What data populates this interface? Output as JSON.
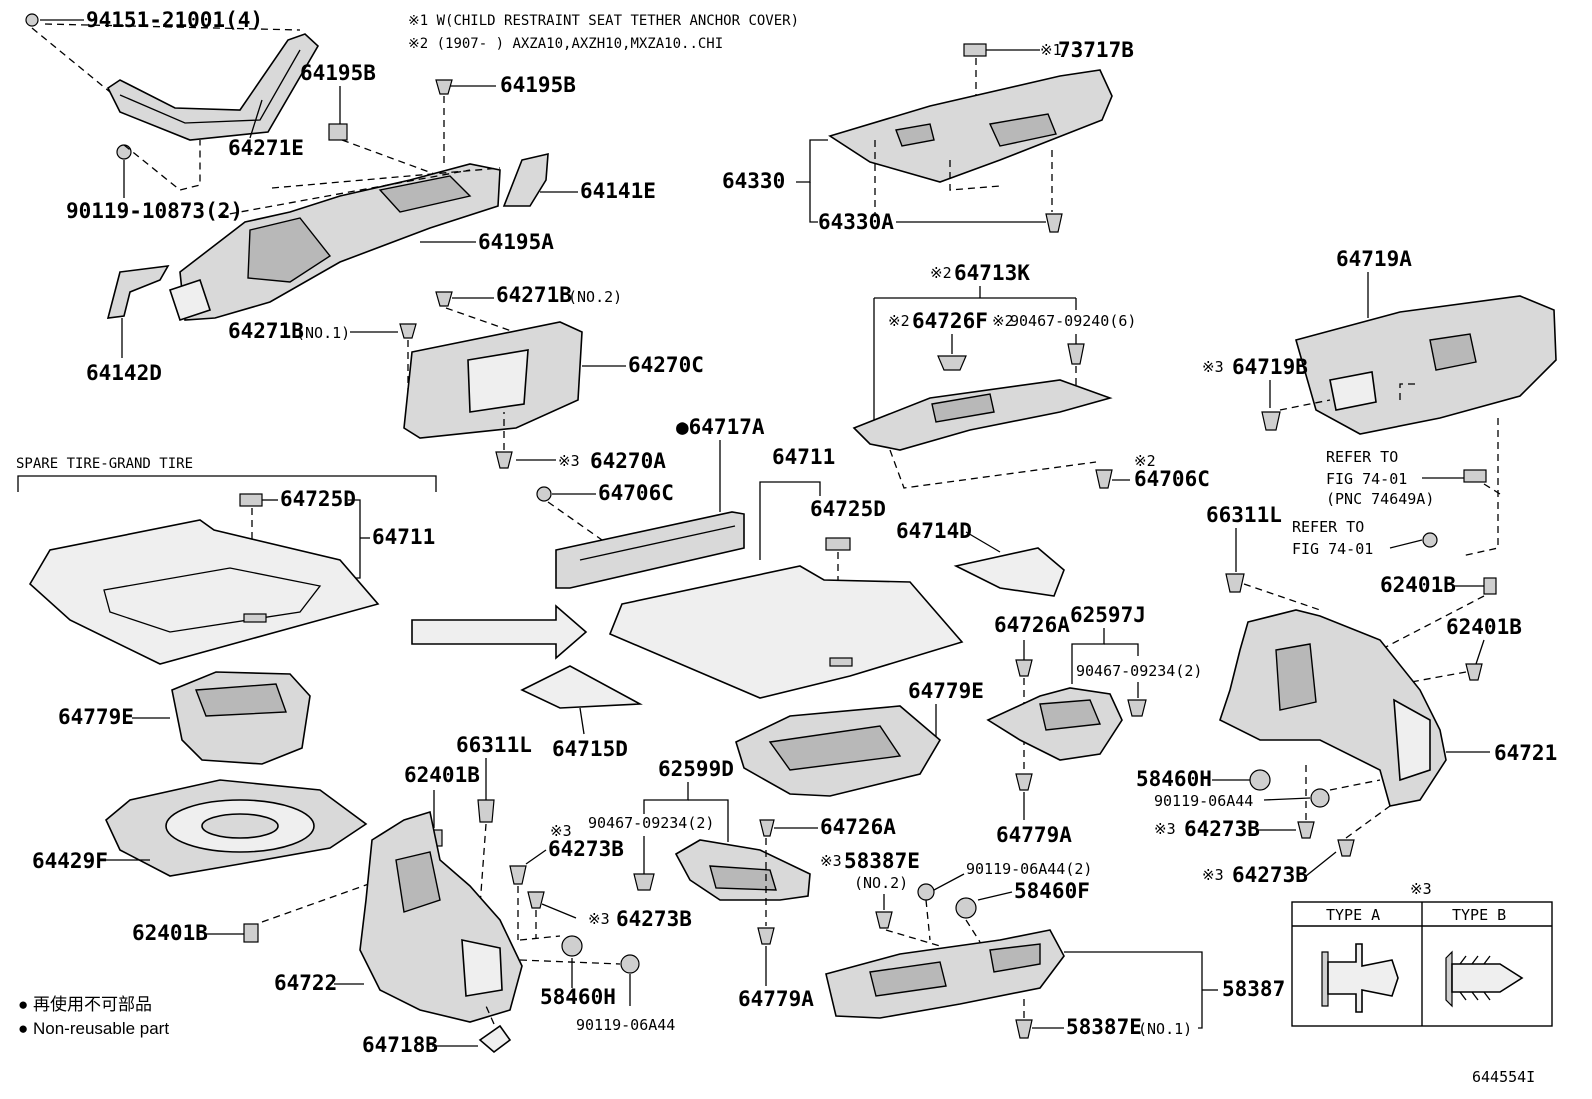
{
  "notes": {
    "n1": "※1 W(CHILD RESTRAINT SEAT TETHER ANCHOR COVER)",
    "n2": "※2 (1907-      ) AXZA10,AXZH10,MXZA10..CHI"
  },
  "section_title": "SPARE TIRE-GRAND TIRE",
  "labels": {
    "l94151": "94151-21001(4)",
    "l64195B_a": "64195B",
    "l64195B_b": "64195B",
    "l64271E": "64271E",
    "l90119_10873": "90119-10873(2)",
    "l64141E": "64141E",
    "l64195A": "64195A",
    "l64142D": "64142D",
    "l64271B_no2": "64271B",
    "l64271B_no2_suffix": "(NO.2)",
    "l64271B_no1": "64271B",
    "l64271B_no1_suffix": "(NO.1)",
    "l64270C": "64270C",
    "l64270A": "64270A",
    "l64270A_mark": "※3",
    "l64717A": "●64717A",
    "l64706C": "64706C",
    "l73717B": "73717B",
    "l73717B_mark": "※1",
    "l64330": "64330",
    "l64330A": "64330A",
    "l64713K": "64713K",
    "l64713K_mark": "※2",
    "l64726F": "64726F",
    "l64726F_mark": "※2",
    "l90467_09240": "90467-09240(6)",
    "l90467_09240_mark": "※2",
    "l64706C_r": "64706C",
    "l64706C_r_mark": "※2",
    "l64719A": "64719A",
    "l64719B": "64719B",
    "l64719B_mark": "※3",
    "refer1_a": "REFER TO",
    "refer1_b": "FIG 74-01",
    "refer1_c": "(PNC 74649A)",
    "refer2_a": "REFER TO",
    "refer2_b": "FIG 74-01",
    "l66311L_r": "66311L",
    "l62401B_r1": "62401B",
    "l62401B_r2": "62401B",
    "l64721": "64721",
    "l58460H_r": "58460H",
    "l90119_06A44_r": "90119-06A44",
    "l64273B_r1": "64273B",
    "l64273B_r1_mark": "※3",
    "l64273B_r2": "64273B",
    "l64273B_r2_mark": "※3",
    "l64725D_l": "64725D",
    "l64711_l": "64711",
    "l64711_c": "64711",
    "l64725D_c": "64725D",
    "l64714D": "64714D",
    "l64715D": "64715D",
    "l64779E_l": "64779E",
    "l64779E_c": "64779E",
    "l64429F": "64429F",
    "l62401B_l": "62401B",
    "l62401B_lc": "62401B",
    "l66311L_l": "66311L",
    "l64273B_l1": "64273B",
    "l64273B_l1_mark": "※3",
    "l64273B_l2": "64273B",
    "l64273B_l2_mark": "※3",
    "l64722": "64722",
    "l58460H_l": "58460H",
    "l90119_06A44_l": "90119-06A44",
    "l64718B": "64718B",
    "l62599D": "62599D",
    "l90467_09234_c": "90467-09234(2)",
    "l64726A_c": "64726A",
    "l64779A_c": "64779A",
    "l58387E_no2": "58387E",
    "l58387E_no2_mark": "※3",
    "l58387E_no2_suffix": "(NO.2)",
    "l90119_06A44_2": "90119-06A44(2)",
    "l58460F": "58460F",
    "l58387": "58387",
    "l58387E_no1": "58387E",
    "l58387E_no1_suffix": "(NO.1)",
    "l64726A_r": "64726A",
    "l62597J": "62597J",
    "l90467_09234_r": "90467-09234(2)",
    "l64779A_r": "64779A"
  },
  "types_table": {
    "mark": "※3",
    "type_a": "TYPE A",
    "type_b": "TYPE B"
  },
  "legend": {
    "jp": "● 再使用不可部品",
    "en": "● Non-reusable part"
  },
  "figure_id": "644554I"
}
